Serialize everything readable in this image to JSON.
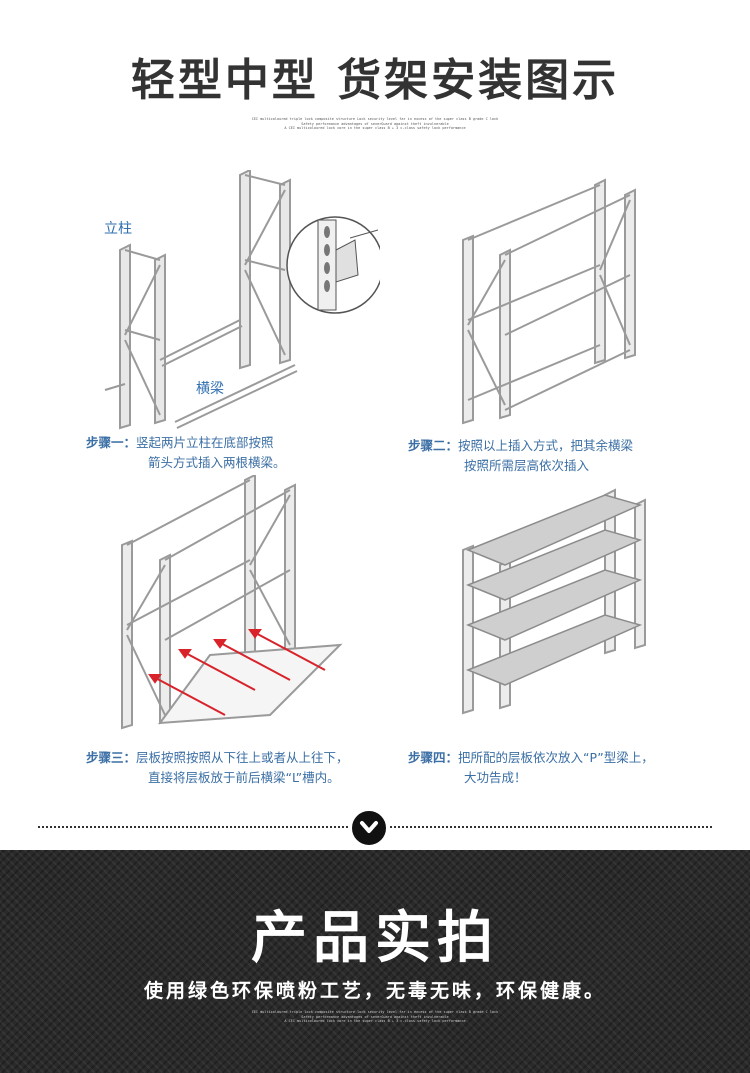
{
  "header": {
    "title": "轻型中型 货架安装图示",
    "micro_lines": [
      "CEI multicoloured triple lock composite structure Lock security level far in excess of the super class B grade C lock",
      "Safety performance advantages of severGuard against theft invulnerable",
      "A CEI multicoloured lock core in the super class B + 3 c-class safety lock performance"
    ]
  },
  "diagram": {
    "label_upright": "立柱",
    "label_beam": "横梁",
    "steps": [
      {
        "head": "步骤一：",
        "line1": "竖起两片立柱在底部按照",
        "line2": "箭头方式插入两根横梁。"
      },
      {
        "head": "步骤二：",
        "line1": "按照以上插入方式，把其余横梁",
        "line2": "按照所需层高依次插入"
      },
      {
        "head": "步骤三：",
        "line1": "层板按照按照从下往上或者从上往下，",
        "line2": "直接将层板放于前后横梁“L”槽内。"
      },
      {
        "head": "步骤四：",
        "line1": "把所配的层板依次放入“P”型梁上，",
        "line2": "大功告成！"
      }
    ]
  },
  "footer": {
    "title": "产品实拍",
    "subtitle": "使用绿色环保喷粉工艺，无毒无味，环保健康。",
    "micro_lines": [
      "CEI multicoloured triple lock composite structure lock security level far in excess of the super class B grade C lock",
      "Safety performance advantages of severGuard against theft invulnerable",
      "A CEI multicoloured lock core in the super class B + 3 c-class safety lock performance"
    ]
  },
  "colors": {
    "title": "#333333",
    "caption": "#3b6fa5",
    "arrow_red": "#d8232a",
    "footer_bg": "#2a2a2a"
  },
  "icons": {
    "divider": "chevron-down-icon"
  }
}
